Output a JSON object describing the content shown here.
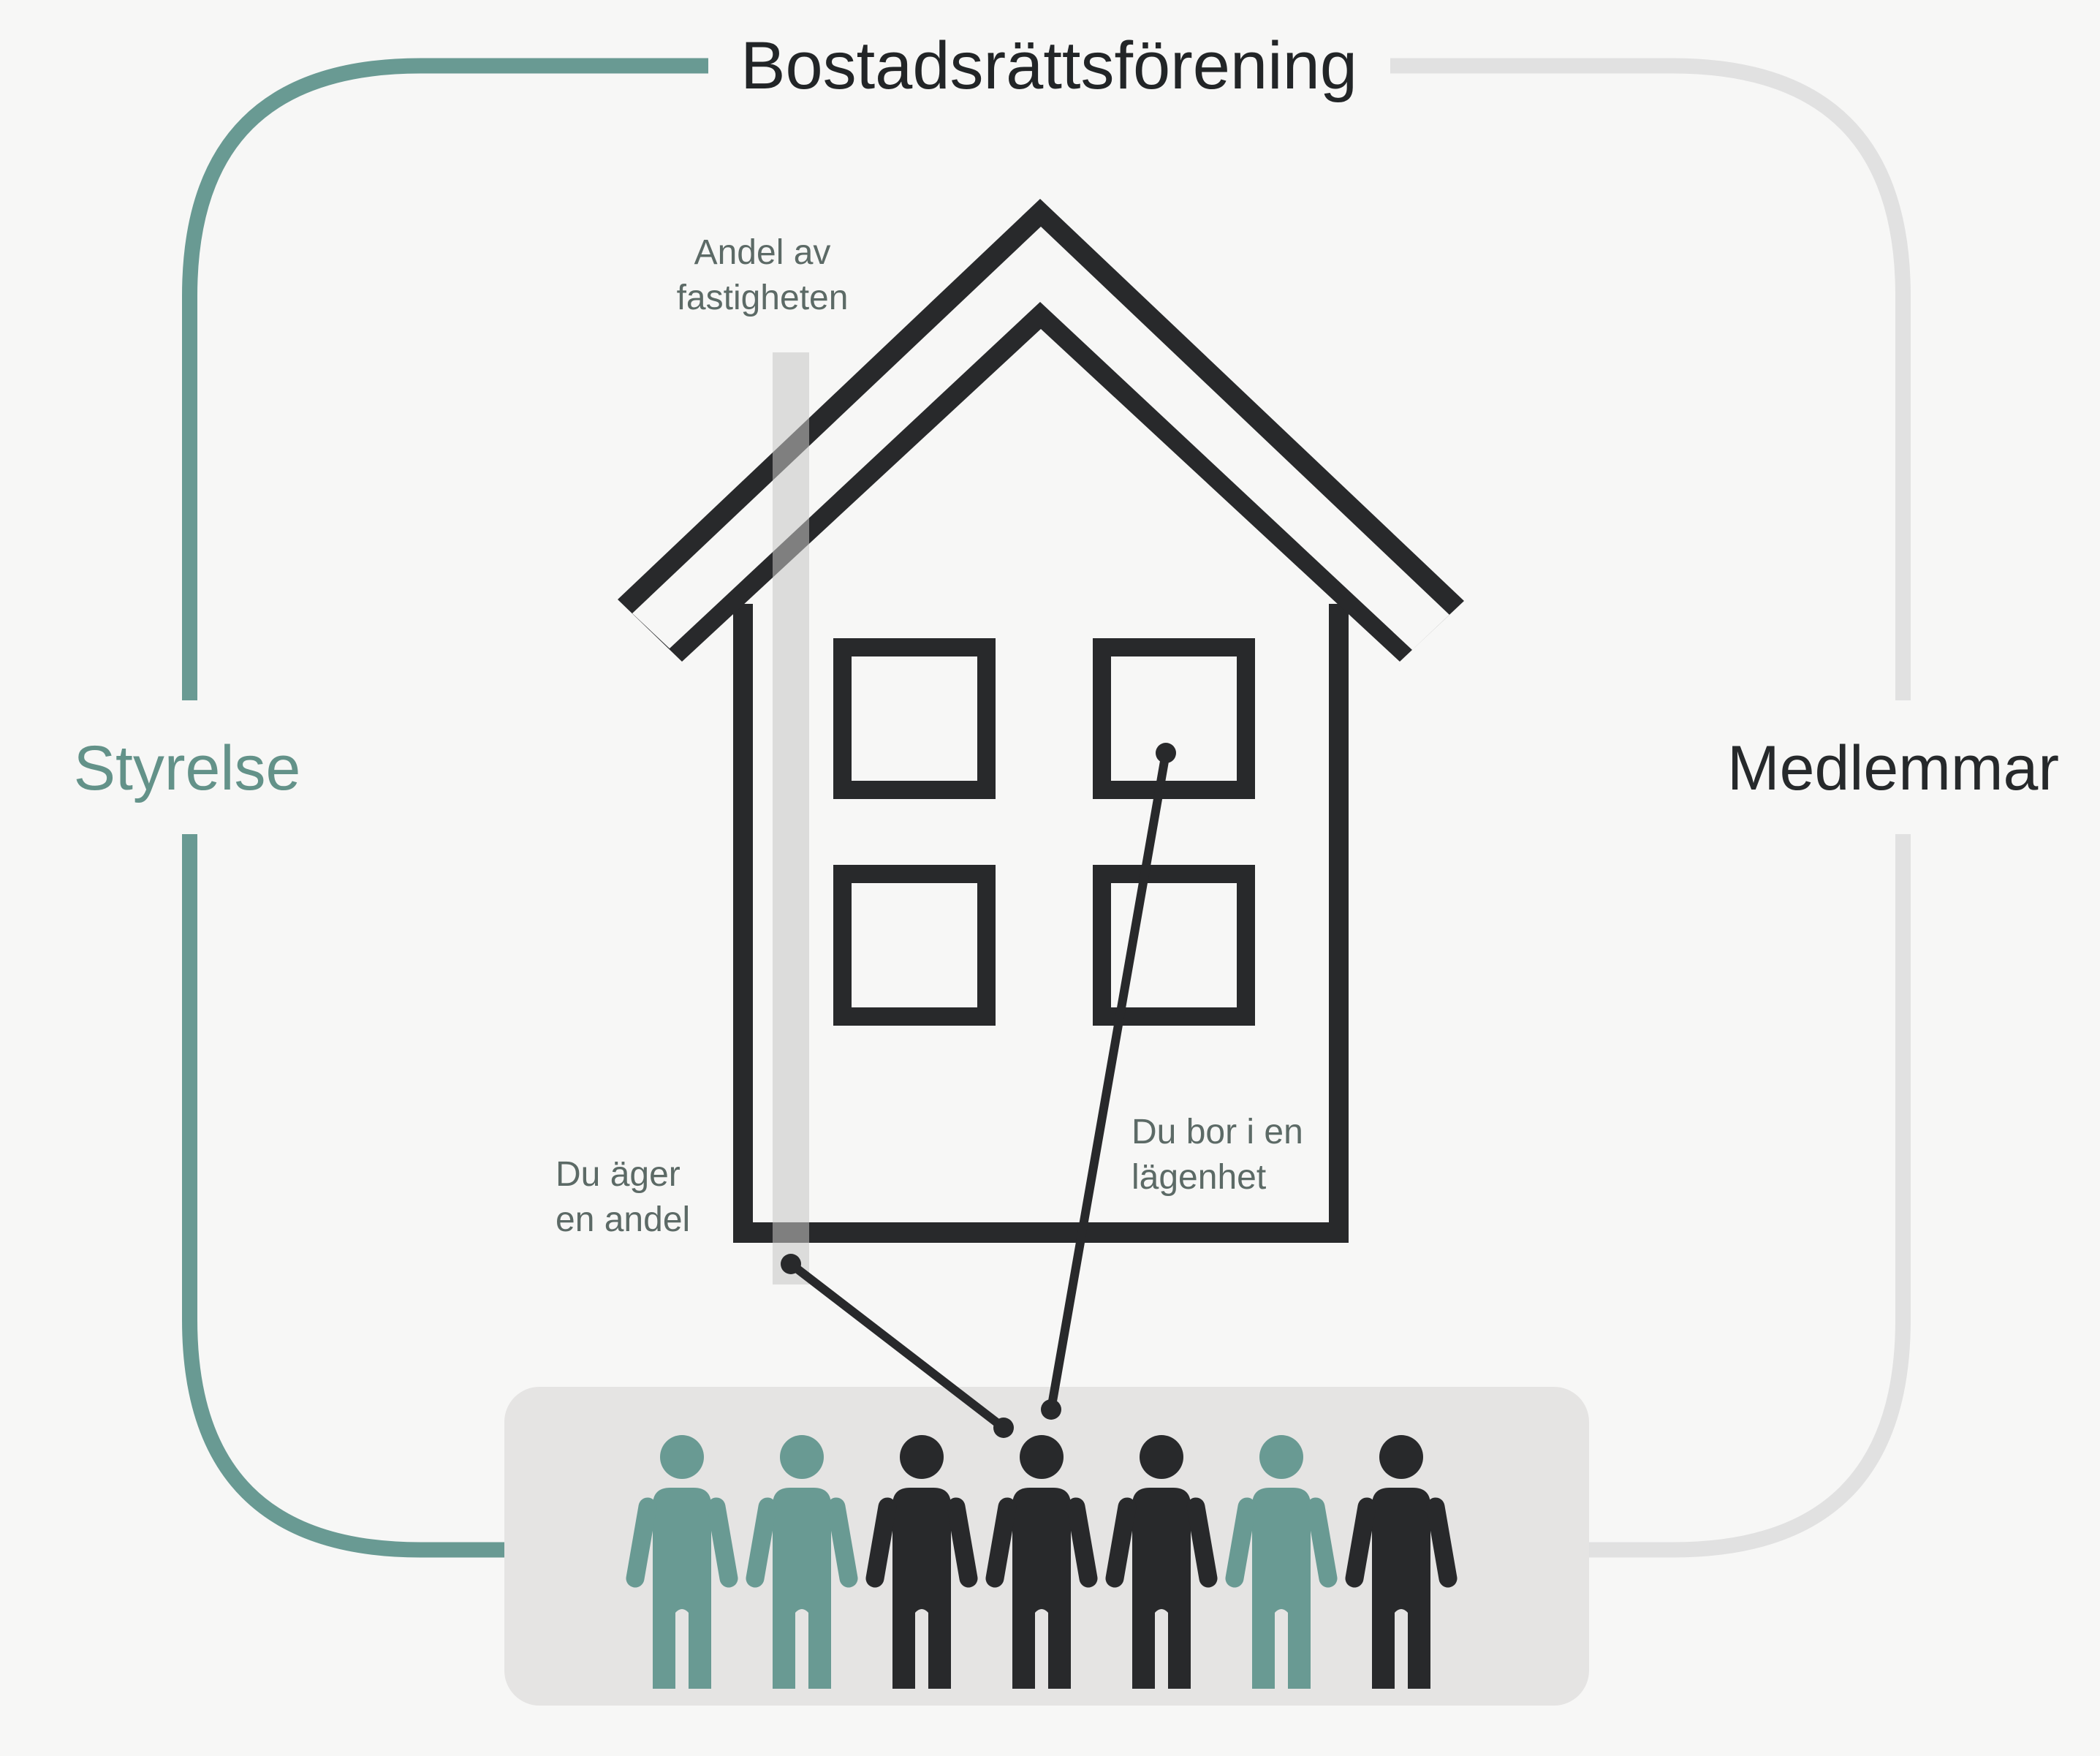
{
  "title": "Bostadsrättsförening",
  "left_bracket": {
    "label": "Styrelse"
  },
  "right_bracket": {
    "label": "Medlemmar"
  },
  "annotations": {
    "share_of_property": {
      "line1": "Andel av",
      "line2": "fastigheten"
    },
    "own_share": {
      "line1": "Du äger",
      "line2": "en andel"
    },
    "live_in_apartment": {
      "line1": "Du bor i en",
      "line2": "lägenhet"
    }
  },
  "colors": {
    "background": "#f7f7f6",
    "dark": "#28292b",
    "teal": "#699a93",
    "gray_line": "#e1e1e1",
    "container": "#e5e4e3",
    "label_text": "#5c6a66",
    "highlight_bar": "rgba(198,198,196,0.55)"
  },
  "people": {
    "figures": [
      {
        "color": "teal"
      },
      {
        "color": "teal"
      },
      {
        "color": "dark"
      },
      {
        "color": "dark"
      },
      {
        "color": "dark"
      },
      {
        "color": "teal"
      },
      {
        "color": "dark"
      }
    ]
  }
}
